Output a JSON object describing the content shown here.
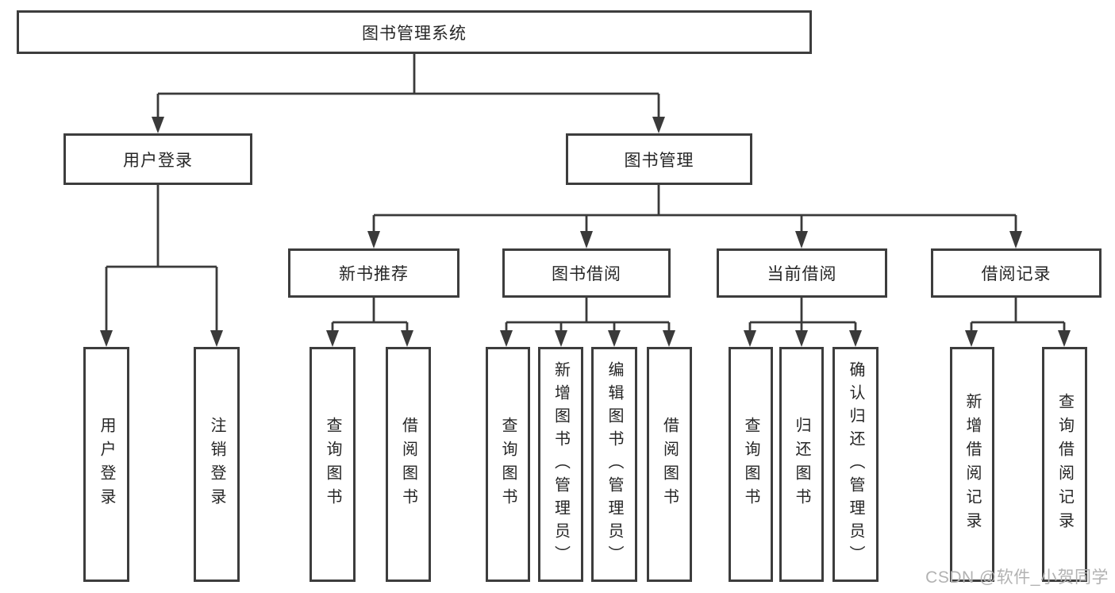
{
  "diagram_type": "hierarchy-tree",
  "nodes": {
    "root": "图书管理系统",
    "user_login": "用户登录",
    "book_mgmt": "图书管理",
    "new_book_rec": "新书推荐",
    "book_borrow": "图书借阅",
    "current_borrow": "当前借阅",
    "borrow_record": "借阅记录",
    "leaf_user_login": "用户登录",
    "leaf_logout": "注销登录",
    "rec_query_book": "查询图书",
    "rec_borrow_book": "借阅图书",
    "bor_query_book": "查询图书",
    "bor_add_book": "新增图书（管理员）",
    "bor_edit_book": "编辑图书（管理员）",
    "bor_borrow_book": "借阅图书",
    "cur_query_book": "查询图书",
    "cur_return_book": "归还图书",
    "cur_confirm_return": "确认归还（管理员）",
    "rcd_add_record": "新增借阅记录",
    "rcd_query_record": "查询借阅记录"
  },
  "edges": [
    [
      "root",
      "user_login"
    ],
    [
      "root",
      "book_mgmt"
    ],
    [
      "user_login",
      "leaf_user_login"
    ],
    [
      "user_login",
      "leaf_logout"
    ],
    [
      "book_mgmt",
      "new_book_rec"
    ],
    [
      "book_mgmt",
      "book_borrow"
    ],
    [
      "book_mgmt",
      "current_borrow"
    ],
    [
      "book_mgmt",
      "borrow_record"
    ],
    [
      "new_book_rec",
      "rec_query_book"
    ],
    [
      "new_book_rec",
      "rec_borrow_book"
    ],
    [
      "book_borrow",
      "bor_query_book"
    ],
    [
      "book_borrow",
      "bor_add_book"
    ],
    [
      "book_borrow",
      "bor_edit_book"
    ],
    [
      "book_borrow",
      "bor_borrow_book"
    ],
    [
      "current_borrow",
      "cur_query_book"
    ],
    [
      "current_borrow",
      "cur_return_book"
    ],
    [
      "current_borrow",
      "cur_confirm_return"
    ],
    [
      "borrow_record",
      "rcd_add_record"
    ],
    [
      "borrow_record",
      "rcd_query_record"
    ]
  ],
  "watermark": "CSDN @软件_小贺同学",
  "colors": {
    "line": "#3a3a3a",
    "box_border": "#3d3d3d",
    "box_fill": "#ffffff",
    "text": "#262626",
    "watermark": "#b2b2b2"
  }
}
